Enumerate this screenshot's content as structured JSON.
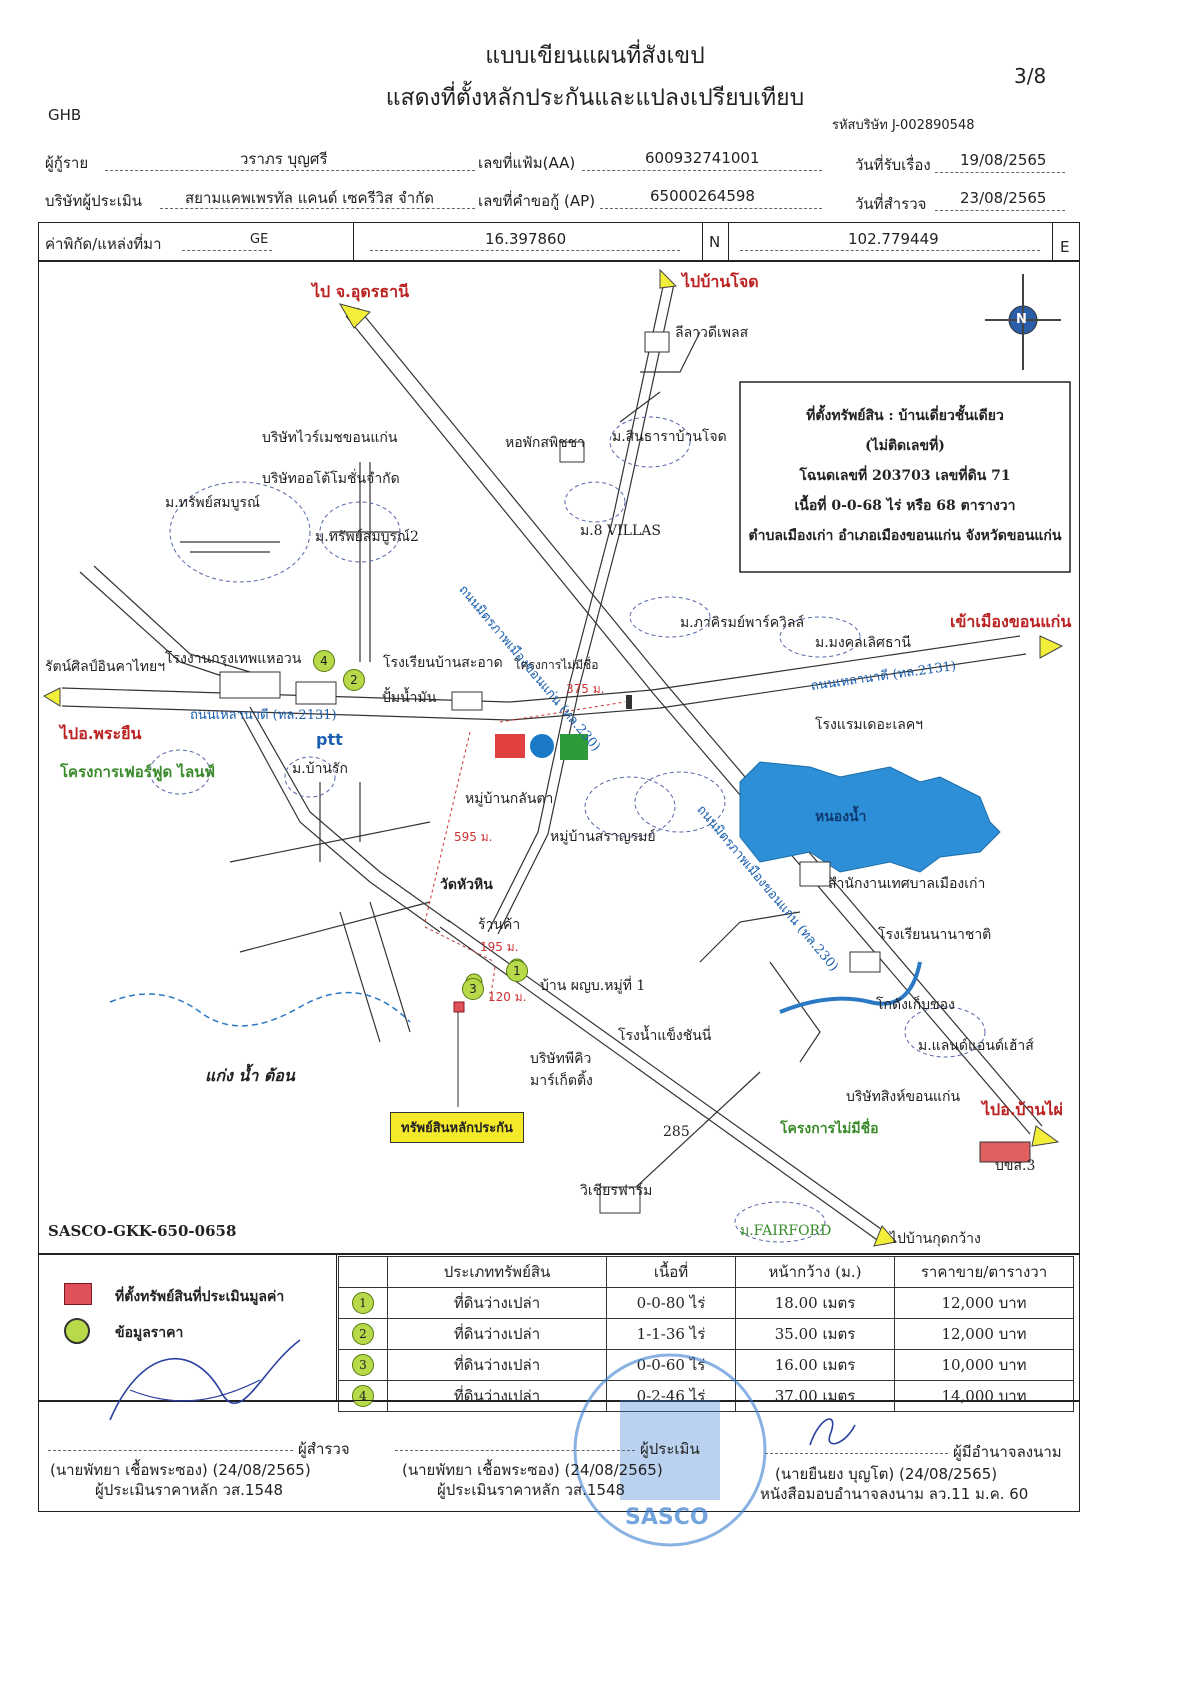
{
  "header": {
    "title_line1": "แบบเขียนแผนที่สังเขป",
    "title_line2": "แสดงที่ตั้งหลักประกันและแปลงเปรียบเทียบ",
    "page_no": "3/8",
    "org": "GHB",
    "company_code": "รหัสบริษัท J-002890548"
  },
  "form": {
    "borrower_label": "ผู้กู้ราย",
    "borrower_value": "วราภร บุญศรี",
    "file_no_label": "เลขที่แฟ้ม(AA)",
    "file_no_value": "600932741001",
    "received_label": "วันที่รับเรื่อง",
    "received_value": "19/08/2565",
    "appraiser_label": "บริษัทผู้ประเมิน",
    "appraiser_value": "สยามแคพเพรทัล แคนด์ เซครีวิส จำกัด",
    "app_no_label": "เลขที่คำขอกู้ (AP)",
    "app_no_value": "65000264598",
    "survey_label": "วันที่สำรวจ",
    "survey_value": "23/08/2565",
    "coord_label": "ค่าพิกัด/แหล่งที่มา",
    "coord_source": "GE",
    "lat": "16.397860",
    "lat_dir": "N",
    "lon": "102.779449",
    "lon_dir": "E"
  },
  "map": {
    "to_udon": "ไป จ.อุดรธานี",
    "to_banchot": "ไปบ้านโจด",
    "to_khonkaen": "เข้าเมืองขอนแก่น",
    "to_phrayuen": "ไปอ.พระยืน",
    "to_banphai": "ไปอ.บ้านไผ่",
    "to_kutkwang": "ไปบ้านกุดกว้าง",
    "forest_project": "โครงการเฟอร์ฟูด ไลนฟ์",
    "road_mittraphap": "ถนนมิตรภาพเมืองขอนแก่น (ทล.230)",
    "road_mittraphap2": "ถนนมิตรภาพเมืองขอนแก่น (ทล.230)",
    "road_left": "ถนนเหลานาดี (ทล.2131)",
    "road_right": "ถนนเหลานาดี (ทล.2131)",
    "lilawadee": "ลีลาวดีเพลส",
    "dorm": "หอพักสพิชชา",
    "m_sinthara": "ม.สินธาราบ้านโจด",
    "m_8villas": "ม.8 VILLAS",
    "wiremesh": "บริษัทไวร์เมชขอนแก่น",
    "auto": "บริษัทออโต้โมชั่นจำกัด",
    "m_sap": "ม.ทรัพย์สมบูรณ์",
    "m_sap2": "ม.ทรัพย์สมบูรณ์2",
    "factory": "โรงงานกรุงเทพแหอวน",
    "rattana": "รัตน์ศิลป์อินคาไทยฯ",
    "school_saad": "โรงเรียนบ้านสะอาด",
    "unnamed_project": "โครงการไม่มีชื่อ",
    "gas": "ปั้มน้ำมัน",
    "ptt": "ptt",
    "m_banrak": "ม.บ้านรัก",
    "m_pakirom": "ม.ภาคิรมย์พาร์ควิลล์",
    "m_mongkol": "ม.มงคลเลิศธานี",
    "hotel": "โรงแรมเดอะเลคฯ",
    "kanta": "หมู่บ้านกลันตา",
    "sarakrom": "หมู่บ้านสราญรมย์",
    "pond": "หนองน้ำ",
    "wat": "วัดหัวหิน",
    "municipal": "สำนักงานเทศบาลเมืองเก่า",
    "shop": "ร้านค้า",
    "headman": "บ้าน ผญบ.หมู่ที่ 1",
    "school_inter": "โรงเรียนนานาชาติ",
    "warehouse": "โกดังเก็บของ",
    "ice": "โรงน้ำแข็งชันนี่",
    "land_house": "ม.แลนด์แอนด์เฮ้าส์",
    "pq_mart": "บริษัทพีคิว มาร์เก็ตติ้ง",
    "singha": "บริษัทสิงห์ขอนแก่น",
    "unnamed_project2": "โครงการไม่มีชื่อ",
    "kaeng": "แก่ง น้ำ ต้อน",
    "collateral": "ทรัพย์สินหลักประกัน",
    "no285": "285",
    "visia": "วิเชียรฟาร์ม",
    "fairford": "ม.FAIRFORD",
    "bus": "บขส.3",
    "dist_375": "375 ม.",
    "dist_595": "595 ม.",
    "dist_195": "195 ม.",
    "dist_120": "120 ม.",
    "ref_code": "SASCO-GKK-650-0658",
    "north": "N"
  },
  "info_box": {
    "line1": "ที่ตั้งทรัพย์สิน : บ้านเดี่ยวชั้นเดียว",
    "line2": "(ไม่ติดเลขที่)",
    "line3": "โฉนดเลขที่ 203703 เลขที่ดิน 71",
    "line4": "เนื้อที่ 0-0-68 ไร่ หรือ 68 ตารางวา",
    "line5": "ตำบลเมืองเก่า อำเภอเมืองขอนแก่น จังหวัดขอนแก่น"
  },
  "legend": {
    "red_label": "ที่ตั้งทรัพย์สินที่ประเมินมูลค่า",
    "green_label": "ข้อมูลราคา",
    "red_color": "#e0505a",
    "green_color": "#b7d94a"
  },
  "table": {
    "headers": [
      "ประเภททรัพย์สิน",
      "เนื้อที่",
      "หน้ากว้าง (ม.)",
      "ราคาขาย/ตารางวา"
    ],
    "rows": [
      {
        "no": "1",
        "type": "ที่ดินว่างเปล่า",
        "area": "0-0-80 ไร่",
        "width": "18.00 เมตร",
        "price": "12,000 บาท"
      },
      {
        "no": "2",
        "type": "ที่ดินว่างเปล่า",
        "area": "1-1-36 ไร่",
        "width": "35.00 เมตร",
        "price": "12,000 บาท"
      },
      {
        "no": "3",
        "type": "ที่ดินว่างเปล่า",
        "area": "0-0-60 ไร่",
        "width": "16.00 เมตร",
        "price": "10,000 บาท"
      },
      {
        "no": "4",
        "type": "ที่ดินว่างเปล่า",
        "area": "0-2-46 ไร่",
        "width": "37.00 เมตร",
        "price": "14,000 บาท"
      }
    ]
  },
  "signatures": {
    "s1_role": "ผู้สำรวจ",
    "s1_name": "(นายพัทยา เชื้อพระซอง) (24/08/2565)",
    "s1_title": "ผู้ประเมินราคาหลัก วส.1548",
    "s2_role": "ผู้ประเมิน",
    "s2_name": "(นายพัทยา เชื้อพระซอง) (24/08/2565)",
    "s2_title": "ผู้ประเมินราคาหลัก วส.1548",
    "s3_role": "ผู้มีอำนาจลงนาม",
    "s3_name": "(นายยืนยง บุญโต) (24/08/2565)",
    "s3_title": "หนังสือมอบอำนาจลงนาม ลว.11 ม.ค. 60",
    "stamp": "SASCO"
  }
}
